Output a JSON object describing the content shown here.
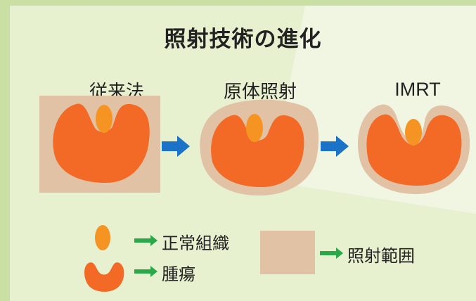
{
  "title": "照射技術の進化",
  "stages": [
    {
      "label": "従来法"
    },
    {
      "label": "原体照射"
    },
    {
      "label": "IMRT"
    }
  ],
  "legend": {
    "normal_tissue": "正常組織",
    "tumor": "腫瘍",
    "irradiation_area": "照射範囲"
  },
  "colors": {
    "background": "#c9dfa4",
    "panel": "#e7f0cf",
    "tumor": "#f26a25",
    "normal_tissue": "#f59423",
    "irradiation": "#e1c2a5",
    "stage_arrow": "#1a73c7",
    "legend_arrow": "#2aa84a"
  },
  "icons": [
    "arrow-right-icon"
  ]
}
